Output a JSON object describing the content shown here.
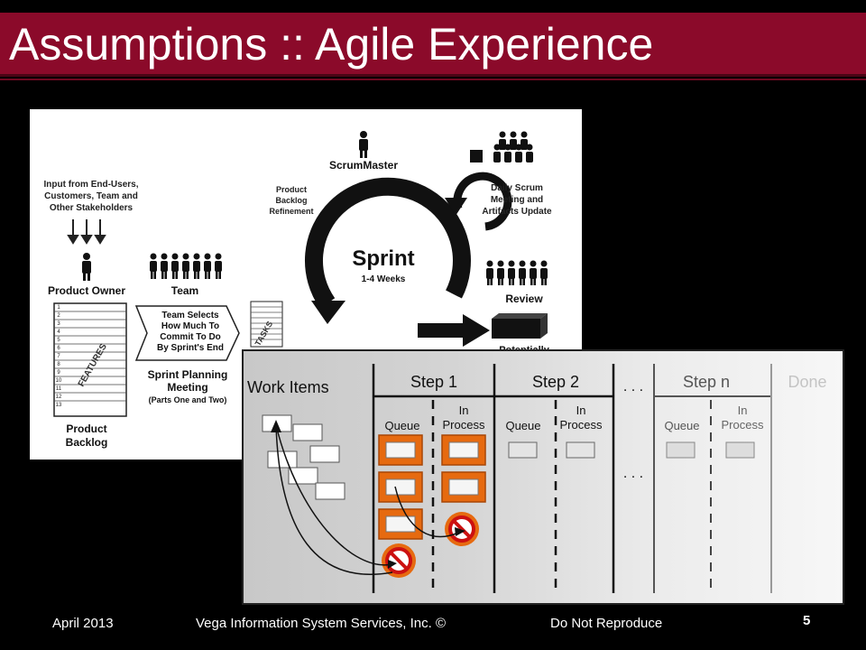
{
  "slide": {
    "title": "Assumptions :: Agile Experience",
    "footer_date": "April 2013",
    "footer_company": "Vega Information System Services, Inc. ©",
    "footer_notice": "Do Not Reproduce",
    "page_number": "5"
  },
  "scrum": {
    "input_line1": "Input from End-Users,",
    "input_line2": "Customers, Team and",
    "input_line3": "Other Stakeholders",
    "product_owner": "Product Owner",
    "team": "Team",
    "scrum_master": "ScrumMaster",
    "refinement_line1": "Product",
    "refinement_line2": "Backlog",
    "refinement_line3": "Refinement",
    "daily_line1": "Daily Scrum",
    "daily_line2": "Meeting and",
    "daily_line3": "Artifacts Update",
    "sprint": "Sprint",
    "sprint_length": "1-4 Weeks",
    "review": "Review",
    "potentially": "Potentially",
    "features": "FEATURES",
    "tasks": "TASKS",
    "backlog_numbers": [
      "1",
      "2",
      "3",
      "4",
      "5",
      "6",
      "7",
      "8",
      "9",
      "10",
      "11",
      "12",
      "13"
    ],
    "commit_line1": "Team Selects",
    "commit_line2": "How Much To",
    "commit_line3": "Commit To Do",
    "commit_line4": "By Sprint's End",
    "planning_line1": "Sprint Planning",
    "planning_line2": "Meeting",
    "planning_line3": "(Parts One and Two)",
    "backlog_line1": "Product",
    "backlog_line2": "Backlog"
  },
  "kanban": {
    "work_items": "Work Items",
    "step1": "Step 1",
    "step2": "Step 2",
    "ellipsis": ". . .",
    "stepn": "Step n",
    "done": "Done",
    "queue": "Queue",
    "in": "In",
    "process": "Process"
  }
}
